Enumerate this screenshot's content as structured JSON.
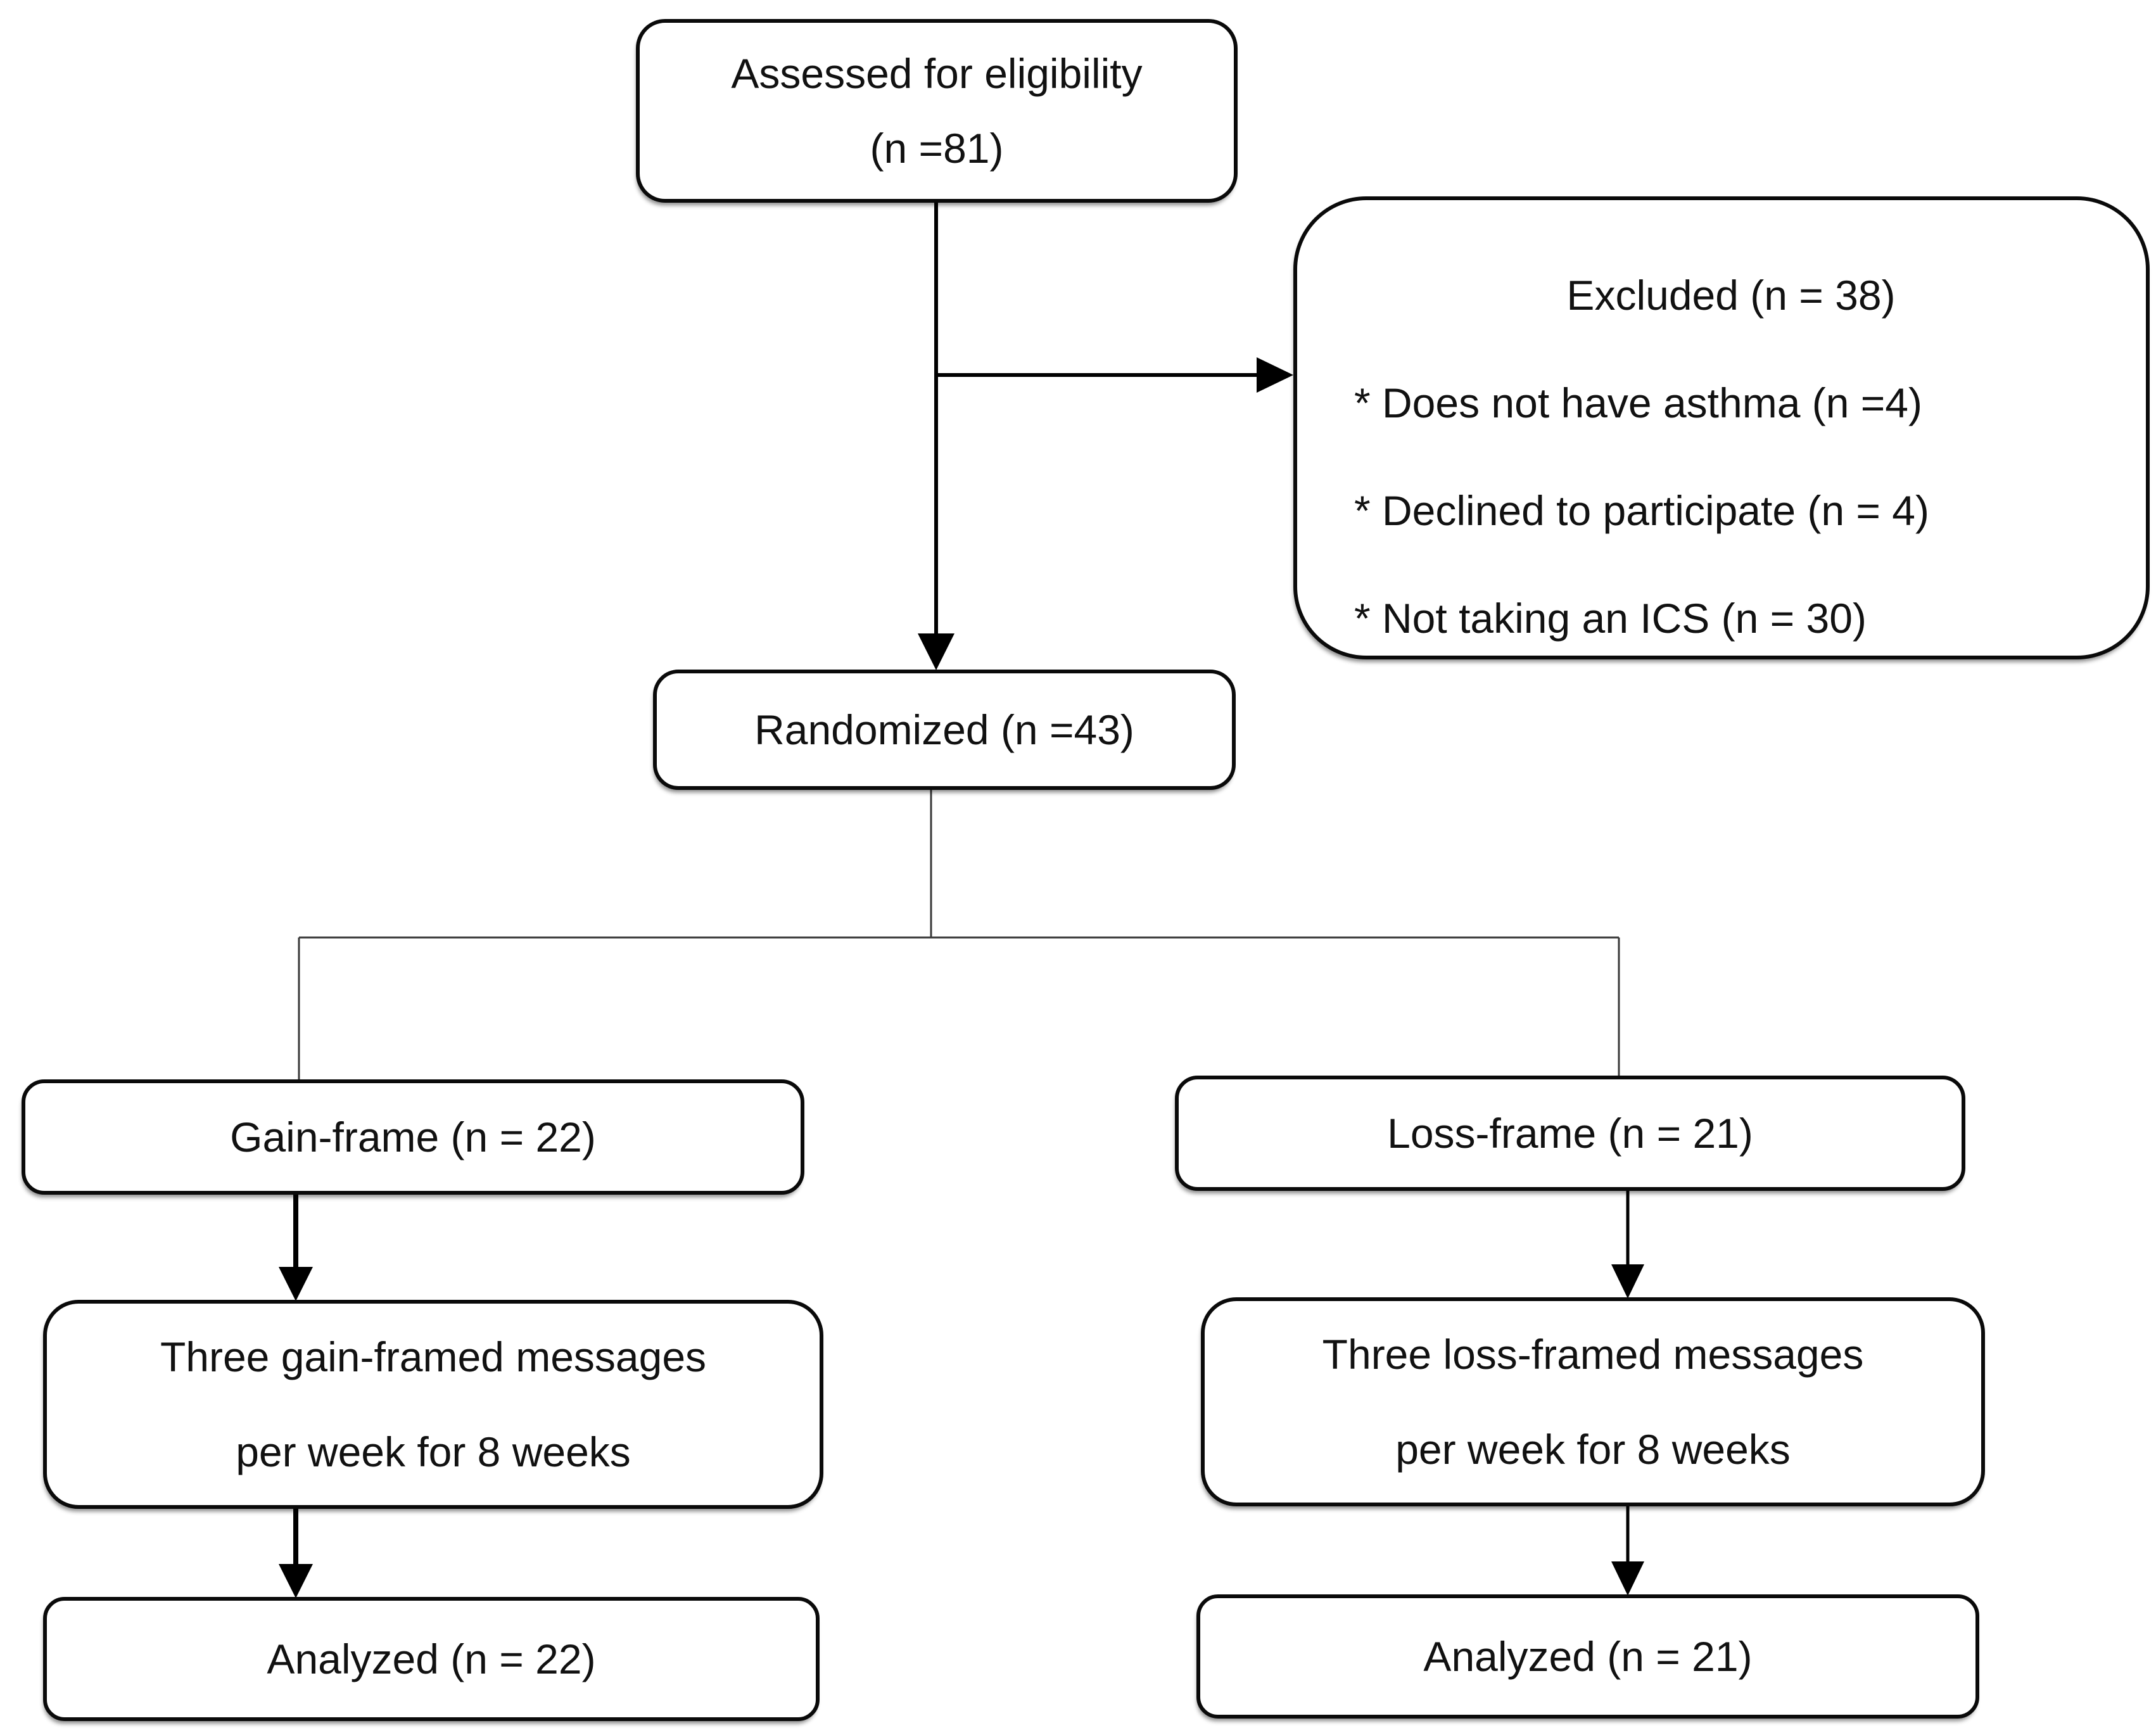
{
  "diagram": {
    "type": "consort-flowchart",
    "colors": {
      "background": "#ffffff",
      "box_fill": "#ffffff",
      "box_border": "#0a0a0a",
      "text": "#111111",
      "connector": "#000000",
      "thin_connector": "#3a3a3a"
    },
    "boxes": {
      "assessed": {
        "lines": [
          "Assessed for eligibility",
          "(n =81)"
        ]
      },
      "excluded": {
        "title": "Excluded (n = 38)",
        "items": [
          "* Does not have asthma (n =4)",
          "* Declined to participate (n = 4)",
          "* Not taking an ICS (n = 30)"
        ]
      },
      "randomized": {
        "label": "Randomized (n =43)"
      },
      "gain_frame": {
        "label": "Gain-frame (n = 22)"
      },
      "loss_frame": {
        "label": "Loss-frame (n = 21)"
      },
      "gain_messages": {
        "lines": [
          "Three gain-framed messages",
          "per week for 8 weeks"
        ]
      },
      "loss_messages": {
        "lines": [
          "Three loss-framed messages",
          "per week for 8 weeks"
        ]
      },
      "gain_analyzed": {
        "label": "Analyzed (n = 22)"
      },
      "loss_analyzed": {
        "label": "Analyzed (n = 21)"
      }
    }
  }
}
